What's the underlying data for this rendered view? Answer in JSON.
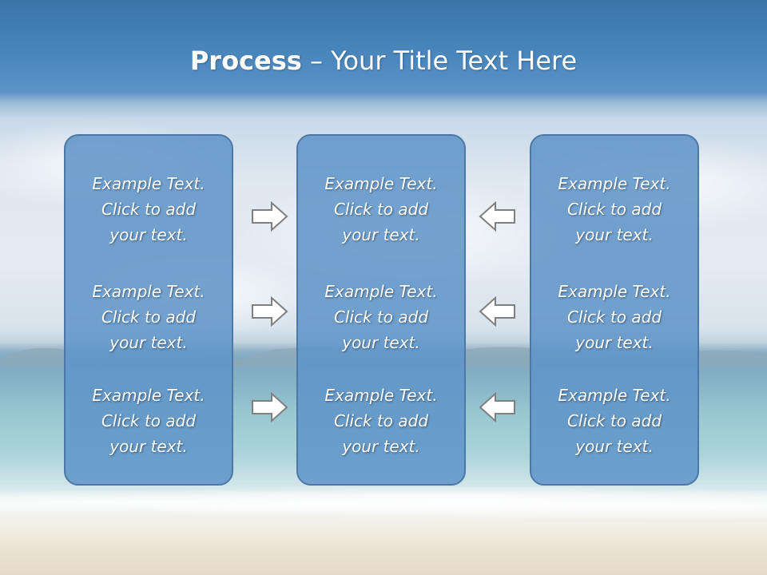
{
  "slide": {
    "title_bold": "Process",
    "title_rest": " – Your Title Text Here",
    "columns": [
      {
        "cells": [
          {
            "line1": "Example Text.",
            "line2": "Click  to add",
            "line3": "your text."
          },
          {
            "line1": "Example Text.",
            "line2": "Click  to add",
            "line3": "your text."
          },
          {
            "line1": "Example Text.",
            "line2": "Click  to add",
            "line3": "your text."
          }
        ]
      },
      {
        "cells": [
          {
            "line1": "Example Text.",
            "line2": "Click  to add",
            "line3": "your text."
          },
          {
            "line1": "Example Text.",
            "line2": "Click  to add",
            "line3": "your text."
          },
          {
            "line1": "Example Text.",
            "line2": "Click  to add",
            "line3": "your text."
          }
        ]
      },
      {
        "cells": [
          {
            "line1": "Example Text.",
            "line2": "Click  to add",
            "line3": "your text."
          },
          {
            "line1": "Example Text.",
            "line2": "Click  to add",
            "line3": "your text."
          },
          {
            "line1": "Example Text.",
            "line2": "Click  to add",
            "line3": "your text."
          }
        ]
      }
    ],
    "arrows": {
      "left_group_icon": "arrow-right-outline-icon",
      "right_group_icon": "arrow-left-outline-icon"
    },
    "colors": {
      "panel_fill": "#5e94c8",
      "panel_border": "#4b78a6",
      "text": "#ffffff",
      "arrow_fill": "#ffffff",
      "arrow_stroke": "#7f7f7f"
    }
  }
}
